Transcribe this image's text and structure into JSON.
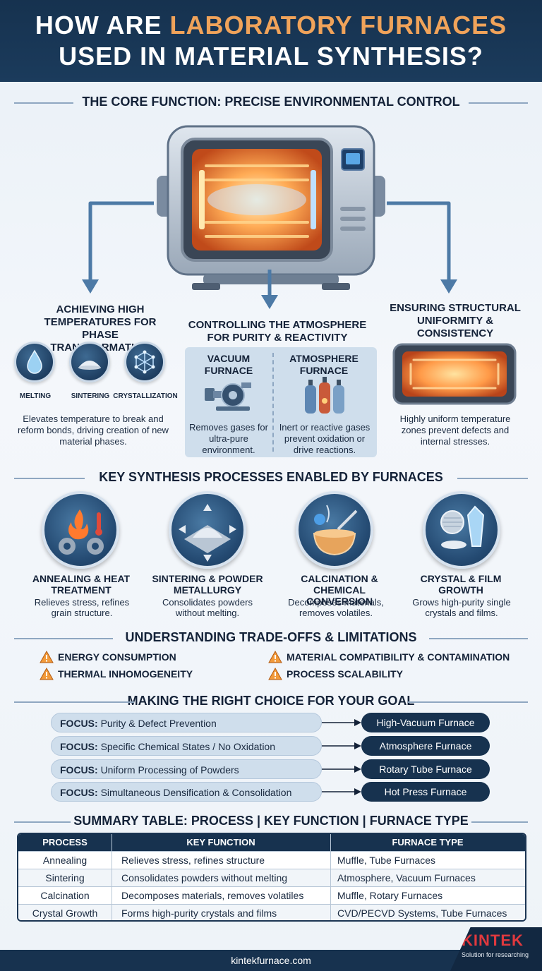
{
  "header": {
    "line1_prefix": "HOW ARE ",
    "line1_accent": "LABORATORY FURNACES",
    "line2": "USED IN MATERIAL SYNTHESIS?"
  },
  "core": {
    "title": "THE CORE FUNCTION: PRECISE ENVIRONMENTAL CONTROL",
    "left": {
      "title": "ACHIEVING HIGH TEMPERATURES FOR PHASE TRANSFORMATION",
      "items": [
        "MELTING",
        "SINTERING",
        "CRYSTALLIZATION"
      ],
      "desc": "Elevates temperature to break and reform bonds, driving creation of new material phases."
    },
    "middle": {
      "title": "CONTROLLING THE ATMOSPHERE FOR PURITY & REACTIVITY",
      "vacuum_title": "VACUUM FURNACE",
      "vacuum_desc": "Removes gases for ultra-pure environment.",
      "atmos_title": "ATMOSPHERE FURNACE",
      "atmos_desc": "Inert or reactive gases prevent oxidation or drive reactions."
    },
    "right": {
      "title": "ENSURING STRUCTURAL UNIFORMITY & CONSISTENCY",
      "desc": "Highly uniform temperature zones prevent defects and internal stresses."
    }
  },
  "processes": {
    "title": "KEY SYNTHESIS PROCESSES ENABLED BY FURNACES",
    "items": [
      {
        "title": "ANNEALING & HEAT TREATMENT",
        "desc": "Relieves stress, refines grain structure."
      },
      {
        "title": "SINTERING & POWDER METALLURGY",
        "desc": "Consolidates powders without melting."
      },
      {
        "title": "CALCINATION & CHEMICAL CONVERSION",
        "desc": "Decomposes materials, removes volatiles."
      },
      {
        "title": "CRYSTAL & FILM GROWTH",
        "desc": "Grows high-purity single crystals and films."
      }
    ]
  },
  "tradeoffs": {
    "title": "UNDERSTANDING TRADE-OFFS & LIMITATIONS",
    "items": [
      "ENERGY CONSUMPTION",
      "MATERIAL COMPATIBILITY & CONTAMINATION",
      "THERMAL INHOMOGENEITY",
      "PROCESS SCALABILITY"
    ]
  },
  "choice": {
    "title": "MAKING THE RIGHT CHOICE FOR YOUR GOAL",
    "focus_label": "FOCUS:",
    "rows": [
      {
        "goal": "Purity & Defect Prevention",
        "furnace": "High-Vacuum Furnace"
      },
      {
        "goal": "Specific Chemical States / No Oxidation",
        "furnace": "Atmosphere Furnace"
      },
      {
        "goal": "Uniform Processing of Powders",
        "furnace": "Rotary Tube Furnace"
      },
      {
        "goal": "Simultaneous Densification & Consolidation",
        "furnace": "Hot Press Furnace"
      }
    ]
  },
  "summary": {
    "title": "SUMMARY TABLE: PROCESS | KEY FUNCTION | FURNACE TYPE",
    "headers": [
      "PROCESS",
      "KEY FUNCTION",
      "FURNACE TYPE"
    ],
    "rows": [
      [
        "Annealing",
        "Relieves stress, refines structure",
        "Muffle, Tube Furnaces"
      ],
      [
        "Sintering",
        "Consolidates powders without melting",
        "Atmosphere, Vacuum Furnaces"
      ],
      [
        "Calcination",
        "Decomposes materials, removes volatiles",
        "Muffle, Rotary Furnaces"
      ],
      [
        "Crystal Growth",
        "Forms high-purity crystals and films",
        "CVD/PECVD Systems, Tube Furnaces"
      ]
    ]
  },
  "footer": {
    "url": "kintekfurnace.com",
    "brand": "KINTEK",
    "tagline": "Solution for researching"
  },
  "colors": {
    "navy": "#17324f",
    "accent_orange": "#f0a35a",
    "brand_red": "#e0393e",
    "panel_blue": "#cfdeec"
  }
}
